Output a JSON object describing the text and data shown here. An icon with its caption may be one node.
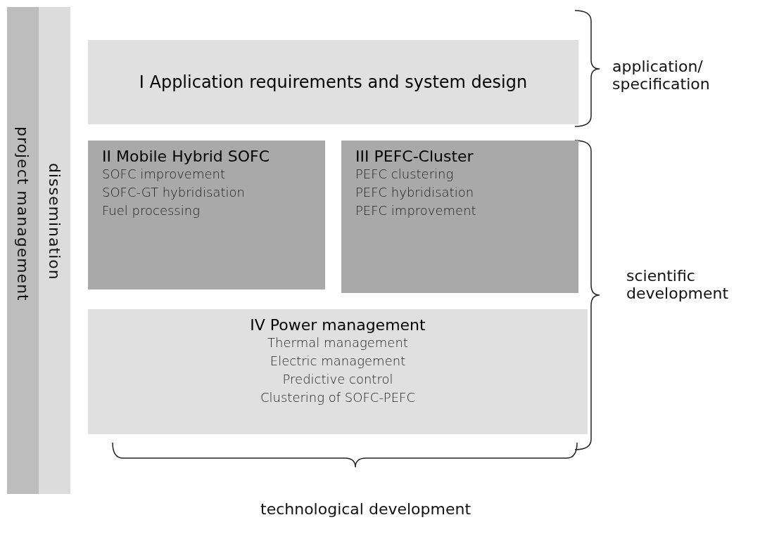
{
  "diagram": {
    "nodes": [
      {
        "text": [
          "project management"
        ]
      },
      {
        "text": [
          "dissemination"
        ]
      },
      {
        "text": [
          "I Application requirements and system design"
        ]
      },
      {
        "text": [
          "II Mobile Hybrid SOFC",
          "SOFC improvement",
          "SOFC-GT hybridisation",
          "Fuel processing"
        ]
      },
      {
        "text": [
          "III PEFC-Cluster",
          "PEFC clustering",
          "PEFC hybridisation",
          "PEFC improvement"
        ]
      },
      {
        "text": [
          "IV Power management",
          "Thermal management",
          "Electric management",
          "Predictive control",
          "Clustering of SOFC-PEFC"
        ]
      }
    ],
    "edges": [],
    "labels": [
      "application/ specification",
      "scientific development",
      "technological development"
    ]
  }
}
